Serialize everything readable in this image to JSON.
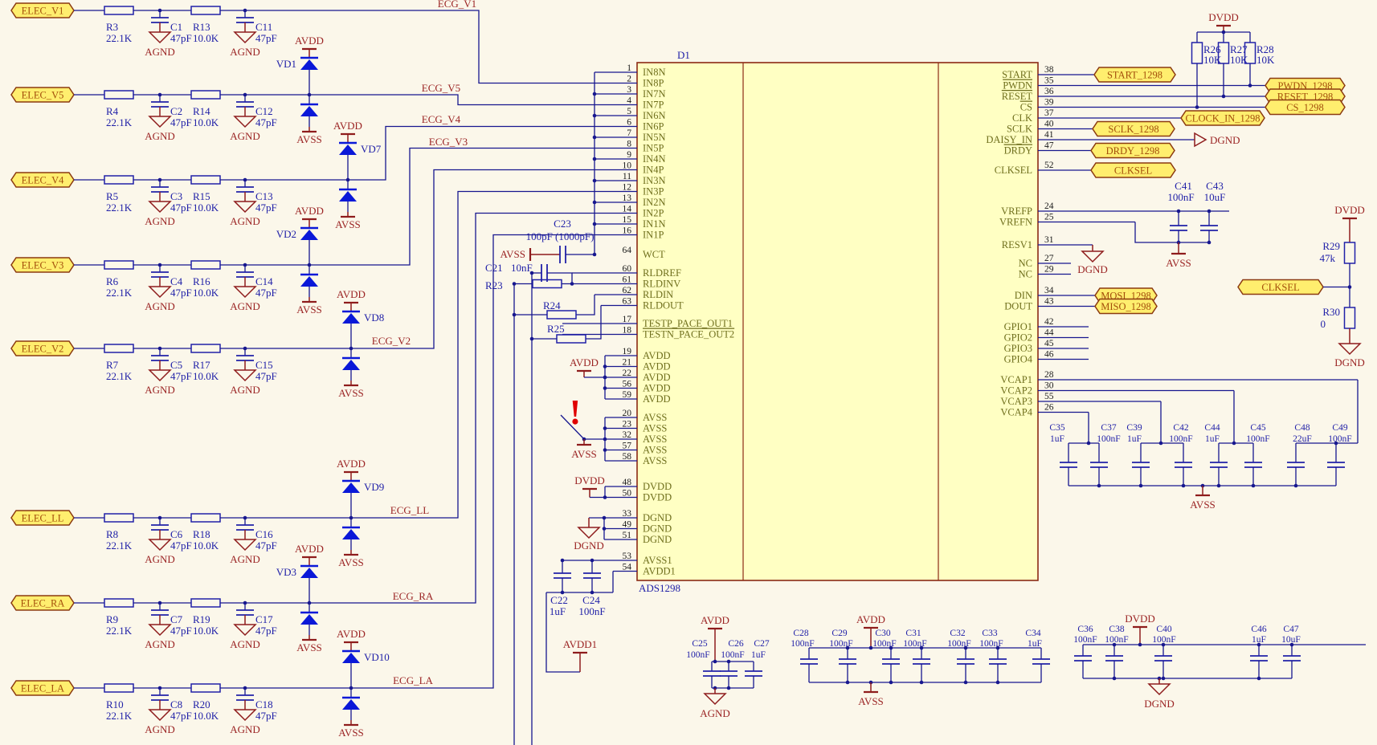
{
  "ic": {
    "ref": "D1",
    "part": "ADS1298",
    "left": [
      {
        "n": "1",
        "name": "IN8N"
      },
      {
        "n": "2",
        "name": "IN8P"
      },
      {
        "n": "3",
        "name": "IN7N"
      },
      {
        "n": "4",
        "name": "IN7P"
      },
      {
        "n": "5",
        "name": "IN6N"
      },
      {
        "n": "6",
        "name": "IN6P"
      },
      {
        "n": "7",
        "name": "IN5N"
      },
      {
        "n": "8",
        "name": "IN5P"
      },
      {
        "n": "9",
        "name": "IN4N"
      },
      {
        "n": "10",
        "name": "IN4P"
      },
      {
        "n": "11",
        "name": "IN3N"
      },
      {
        "n": "12",
        "name": "IN3P"
      },
      {
        "n": "13",
        "name": "IN2N"
      },
      {
        "n": "14",
        "name": "IN2P"
      },
      {
        "n": "15",
        "name": "IN1N"
      },
      {
        "n": "16",
        "name": "IN1P"
      },
      {
        "n": "64",
        "name": "WCT"
      },
      {
        "n": "60",
        "name": "RLDREF"
      },
      {
        "n": "61",
        "name": "RLDINV"
      },
      {
        "n": "62",
        "name": "RLDIN"
      },
      {
        "n": "63",
        "name": "RLDOUT"
      },
      {
        "n": "17",
        "name": "TESTP_PACE_OUT1"
      },
      {
        "n": "18",
        "name": "TESTN_PACE_OUT2",
        "bar": 1
      },
      {
        "n": "19",
        "name": "AVDD"
      },
      {
        "n": "21",
        "name": "AVDD"
      },
      {
        "n": "22",
        "name": "AVDD"
      },
      {
        "n": "56",
        "name": "AVDD"
      },
      {
        "n": "59",
        "name": "AVDD"
      },
      {
        "n": "20",
        "name": "AVSS"
      },
      {
        "n": "23",
        "name": "AVSS"
      },
      {
        "n": "32",
        "name": "AVSS"
      },
      {
        "n": "57",
        "name": "AVSS"
      },
      {
        "n": "58",
        "name": "AVSS"
      },
      {
        "n": "48",
        "name": "DVDD"
      },
      {
        "n": "50",
        "name": "DVDD"
      },
      {
        "n": "33",
        "name": "DGND"
      },
      {
        "n": "49",
        "name": "DGND"
      },
      {
        "n": "51",
        "name": "DGND"
      },
      {
        "n": "53",
        "name": "AVSS1"
      },
      {
        "n": "54",
        "name": "AVDD1"
      }
    ],
    "right": [
      {
        "n": "38",
        "name": "START"
      },
      {
        "n": "35",
        "name": "PWDN",
        "bar": 1
      },
      {
        "n": "36",
        "name": "RESET",
        "bar": 1
      },
      {
        "n": "39",
        "name": "CS",
        "bar": 1
      },
      {
        "n": "37",
        "name": "CLK"
      },
      {
        "n": "40",
        "name": "SCLK"
      },
      {
        "n": "41",
        "name": "DAISY_IN"
      },
      {
        "n": "47",
        "name": "DRDY",
        "bar": 1
      },
      {
        "n": "52",
        "name": "CLKSEL"
      },
      {
        "n": "24",
        "name": "VREFP"
      },
      {
        "n": "25",
        "name": "VREFN"
      },
      {
        "n": "31",
        "name": "RESV1"
      },
      {
        "n": "27",
        "name": "NC"
      },
      {
        "n": "29",
        "name": "NC"
      },
      {
        "n": "34",
        "name": "DIN"
      },
      {
        "n": "43",
        "name": "DOUT"
      },
      {
        "n": "42",
        "name": "GPIO1"
      },
      {
        "n": "44",
        "name": "GPIO2"
      },
      {
        "n": "45",
        "name": "GPIO3"
      },
      {
        "n": "46",
        "name": "GPIO4"
      },
      {
        "n": "28",
        "name": "VCAP1"
      },
      {
        "n": "30",
        "name": "VCAP2"
      },
      {
        "n": "55",
        "name": "VCAP3"
      },
      {
        "n": "26",
        "name": "VCAP4"
      }
    ]
  },
  "rows": [
    {
      "in": "ELEC_V1",
      "r1": "R3",
      "r1v": "22.1K",
      "c1": "C1",
      "c1v": "47pF",
      "r2": "R13",
      "r2v": "10.0K",
      "c2": "C11",
      "c2v": "47pF",
      "out": "ECG_V1"
    },
    {
      "in": "ELEC_V5",
      "r1": "R4",
      "r1v": "22.1K",
      "c1": "C2",
      "c1v": "47pF",
      "r2": "R14",
      "r2v": "10.0K",
      "c2": "C12",
      "c2v": "47pF",
      "out": "ECG_V5"
    },
    {
      "in": "ELEC_V4",
      "r1": "R5",
      "r1v": "22.1K",
      "c1": "C3",
      "c1v": "47pF",
      "r2": "R15",
      "r2v": "10.0K",
      "c2": "C13",
      "c2v": "47pF",
      "out": "ECG_V4"
    },
    {
      "in": "ELEC_V3",
      "r1": "R6",
      "r1v": "22.1K",
      "c1": "C4",
      "c1v": "47pF",
      "r2": "R16",
      "r2v": "10.0K",
      "c2": "C14",
      "c2v": "47pF",
      "out": "ECG_V3"
    },
    {
      "in": "ELEC_V2",
      "r1": "R7",
      "r1v": "22.1K",
      "c1": "C5",
      "c1v": "47pF",
      "r2": "R17",
      "r2v": "10.0K",
      "c2": "C15",
      "c2v": "47pF",
      "out": "ECG_V2"
    },
    {
      "in": "ELEC_LL",
      "r1": "R8",
      "r1v": "22.1K",
      "c1": "C6",
      "c1v": "47pF",
      "r2": "R18",
      "r2v": "10.0K",
      "c2": "C16",
      "c2v": "47pF",
      "out": "ECG_LL"
    },
    {
      "in": "ELEC_RA",
      "r1": "R9",
      "r1v": "22.1K",
      "c1": "C7",
      "c1v": "47pF",
      "r2": "R19",
      "r2v": "10.0K",
      "c2": "C17",
      "c2v": "47pF",
      "out": "ECG_RA"
    },
    {
      "in": "ELEC_LA",
      "r1": "R10",
      "r1v": "22.1K",
      "c1": "C8",
      "c1v": "47pF",
      "r2": "R20",
      "r2v": "10.0K",
      "c2": "C18",
      "c2v": "47pF",
      "out": "ECG_LA"
    }
  ],
  "diodes": [
    "VD1",
    "VD7",
    "VD2",
    "VD8",
    "VD9",
    "VD3",
    "VD10"
  ],
  "nets": {
    "avdd": "AVDD",
    "avss": "AVSS",
    "dvdd": "DVDD",
    "dgnd": "DGND",
    "agnd": "AGND",
    "avdd1": "AVDD1"
  },
  "wct": {
    "c": "C23",
    "v": "100pF (1000pF)"
  },
  "rld": {
    "c21": "C21",
    "c21v": "10nF",
    "r23": "R23",
    "r24": "R24",
    "r25": "R25"
  },
  "pullups": [
    {
      "r": "R26",
      "v": "10K"
    },
    {
      "r": "R27",
      "v": "10K"
    },
    {
      "r": "R28",
      "v": "10K"
    }
  ],
  "flags": {
    "start": "START_1298",
    "pwdn": "PWDN_1298",
    "reset": "RESET_1298",
    "cs": "CS_1298",
    "clock": "CLOCK_IN_1298",
    "sclk": "SCLK_1298",
    "drdy": "DRDY_1298",
    "clksel": "CLKSEL",
    "mosi": "MOSI_1298",
    "miso": "MISO_1298",
    "clksel2": "CLKSEL"
  },
  "vref": [
    {
      "c": "C41",
      "v": "100nF"
    },
    {
      "c": "C43",
      "v": "10uF"
    }
  ],
  "divider": {
    "r29": "R29",
    "r29v": "47k",
    "r30": "R30",
    "r30v": "0"
  },
  "vcap": [
    {
      "c": "C35",
      "v": "1uF"
    },
    {
      "c": "C37",
      "v": "100nF"
    },
    {
      "c": "C39",
      "v": "1uF"
    },
    {
      "c": "C42",
      "v": "100nF"
    },
    {
      "c": "C44",
      "v": "1uF"
    },
    {
      "c": "C45",
      "v": "100nF"
    },
    {
      "c": "C48",
      "v": "22uF"
    },
    {
      "c": "C49",
      "v": "100nF"
    }
  ],
  "sub1": [
    {
      "c": "C22",
      "v": "1uF"
    },
    {
      "c": "C24",
      "v": "100nF"
    }
  ],
  "bank_avdd": [
    {
      "c": "C25",
      "v": "100nF"
    },
    {
      "c": "C26",
      "v": "100nF"
    },
    {
      "c": "C27",
      "v": "1uF"
    }
  ],
  "bank_avdd2": [
    {
      "c": "C28",
      "v": "100nF"
    },
    {
      "c": "C29",
      "v": "100nF"
    },
    {
      "c": "C30",
      "v": "100nF"
    },
    {
      "c": "C31",
      "v": "100nF"
    },
    {
      "c": "C32",
      "v": "100nF"
    },
    {
      "c": "C33",
      "v": "100nF"
    },
    {
      "c": "C34",
      "v": "1uF"
    }
  ],
  "bank_dvdd": [
    {
      "c": "C36",
      "v": "100nF"
    },
    {
      "c": "C38",
      "v": "100nF"
    },
    {
      "c": "C40",
      "v": "100nF"
    }
  ],
  "bank_dvdd2": [
    {
      "c": "C46",
      "v": "1uF"
    },
    {
      "c": "C47",
      "v": "10uF"
    }
  ],
  "excl": "!"
}
